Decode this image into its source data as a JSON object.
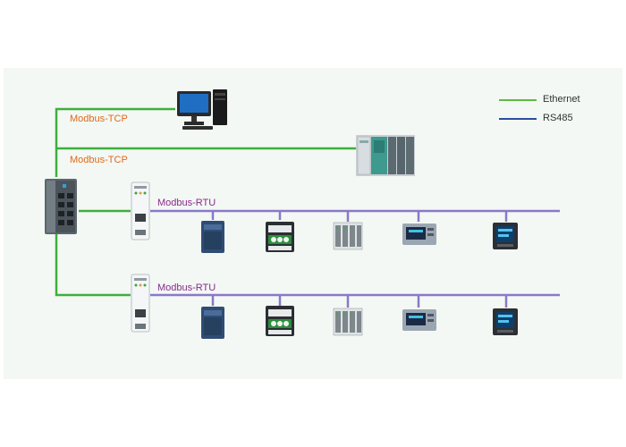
{
  "legend": {
    "ethernet_label": "Ethernet",
    "rs485_label": "RS485",
    "ethernet_color": "#5dbb3f",
    "rs485_color": "#2a4fa0"
  },
  "links": {
    "tcp_1": "Modbus-TCP",
    "tcp_2": "Modbus-TCP",
    "rtu_1": "Modbus-RTU",
    "rtu_2": "Modbus-RTU"
  },
  "colors": {
    "ethernet_wire": "#3fae3f",
    "rtu_bus": "#8a78c8",
    "panel_bg": "#f3f8f4"
  },
  "devices": {
    "top": [
      "pc-workstation-icon",
      "plc-rack-icon"
    ],
    "left": [
      "ethernet-switch-icon"
    ],
    "gateways": [
      "gateway-module-icon",
      "gateway-module-icon"
    ],
    "bus_devices": [
      "inverter-icon",
      "contactor-icon",
      "io-module-icon",
      "meter-display-icon",
      "power-meter-icon"
    ]
  }
}
